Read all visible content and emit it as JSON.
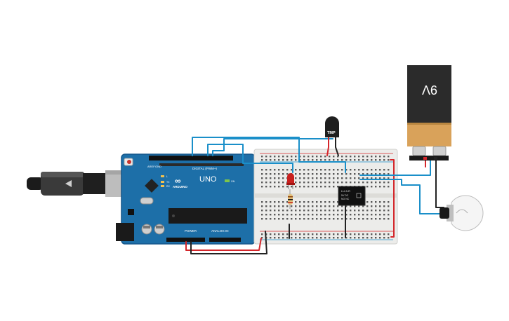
{
  "arduino": {
    "logo": "ARDUINO",
    "model": "UNO",
    "digital_label": "DIGITAL (PWM~)",
    "analog_label": "ANALOG IN",
    "power_label": "POWER",
    "tx": "TX",
    "rx": "RX",
    "l": "L",
    "on": "ON",
    "aref": "AREF",
    "gnd": "GND"
  },
  "battery": {
    "label": "9V"
  },
  "sensor": {
    "label": "TMP"
  },
  "relay": {
    "line1": "LU-5-R",
    "line2": "5V DC",
    "line3": "NO NC"
  },
  "colors": {
    "board": "#1d6fa8",
    "board_edge": "#15578a",
    "wire_blue": "#1a8fc9",
    "wire_red": "#d4262b",
    "wire_black": "#222222",
    "breadboard": "#ececea",
    "battery_top": "#2b2b2b",
    "battery_bottom": "#d9a25a"
  }
}
